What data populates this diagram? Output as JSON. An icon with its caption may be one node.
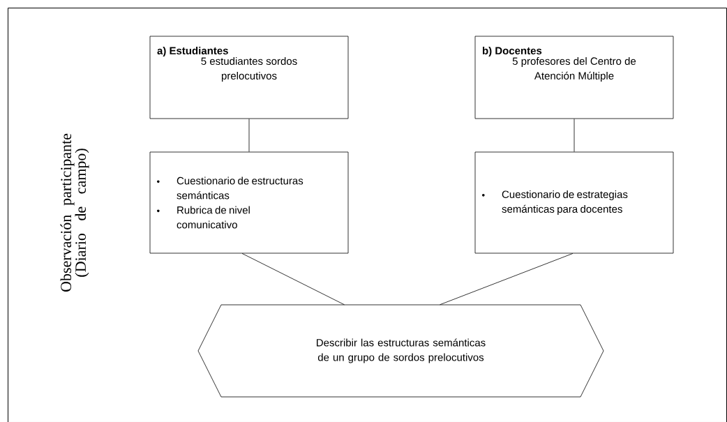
{
  "diagram": {
    "nodes": [
      {
        "text": [
          "Observación participante (Diario de campo)"
        ]
      },
      {
        "text": [
          "a)  Estudiantes",
          "5 estudiantes sordos prelocutivos"
        ],
        "in": 0
      },
      {
        "text": [
          "b) Docentes",
          "5 profesores del Centro de Atención Múltiple"
        ],
        "in": 0
      },
      {
        "text": [
          "Cuestionario de estructuras semánticas",
          "Rubrica de nivel comunicativo"
        ],
        "in": 0
      },
      {
        "text": [
          "Cuestionario de estrategias semánticas para docentes"
        ],
        "in": 0
      },
      {
        "text": [
          "Describir las estructuras semánticas de un grupo de sordos prelocutivos"
        ],
        "in": 0
      }
    ],
    "edges": [
      {
        "from": 1,
        "to": 3,
        "arrow": "none"
      },
      {
        "from": 2,
        "to": 4,
        "arrow": "none"
      },
      {
        "from": 3,
        "to": 5,
        "arrow": "none"
      },
      {
        "from": 4,
        "to": 5,
        "arrow": "none"
      }
    ]
  }
}
